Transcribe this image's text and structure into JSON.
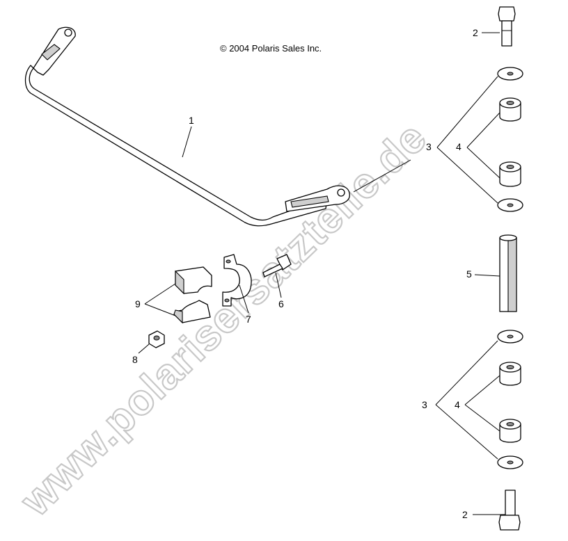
{
  "copyright": "© 2004 Polaris Sales Inc.",
  "watermark": "www.polarisersatzteile.de",
  "callouts": {
    "c1": "1",
    "c2_top": "2",
    "c3_top": "3",
    "c4_top": "4",
    "c5": "5",
    "c6": "6",
    "c7": "7",
    "c8": "8",
    "c9": "9",
    "c3_bottom": "3",
    "c4_bottom": "4",
    "c2_bottom": "2"
  },
  "colors": {
    "line": "#000000",
    "watermark": "#c8c8c8",
    "background": "#ffffff"
  }
}
